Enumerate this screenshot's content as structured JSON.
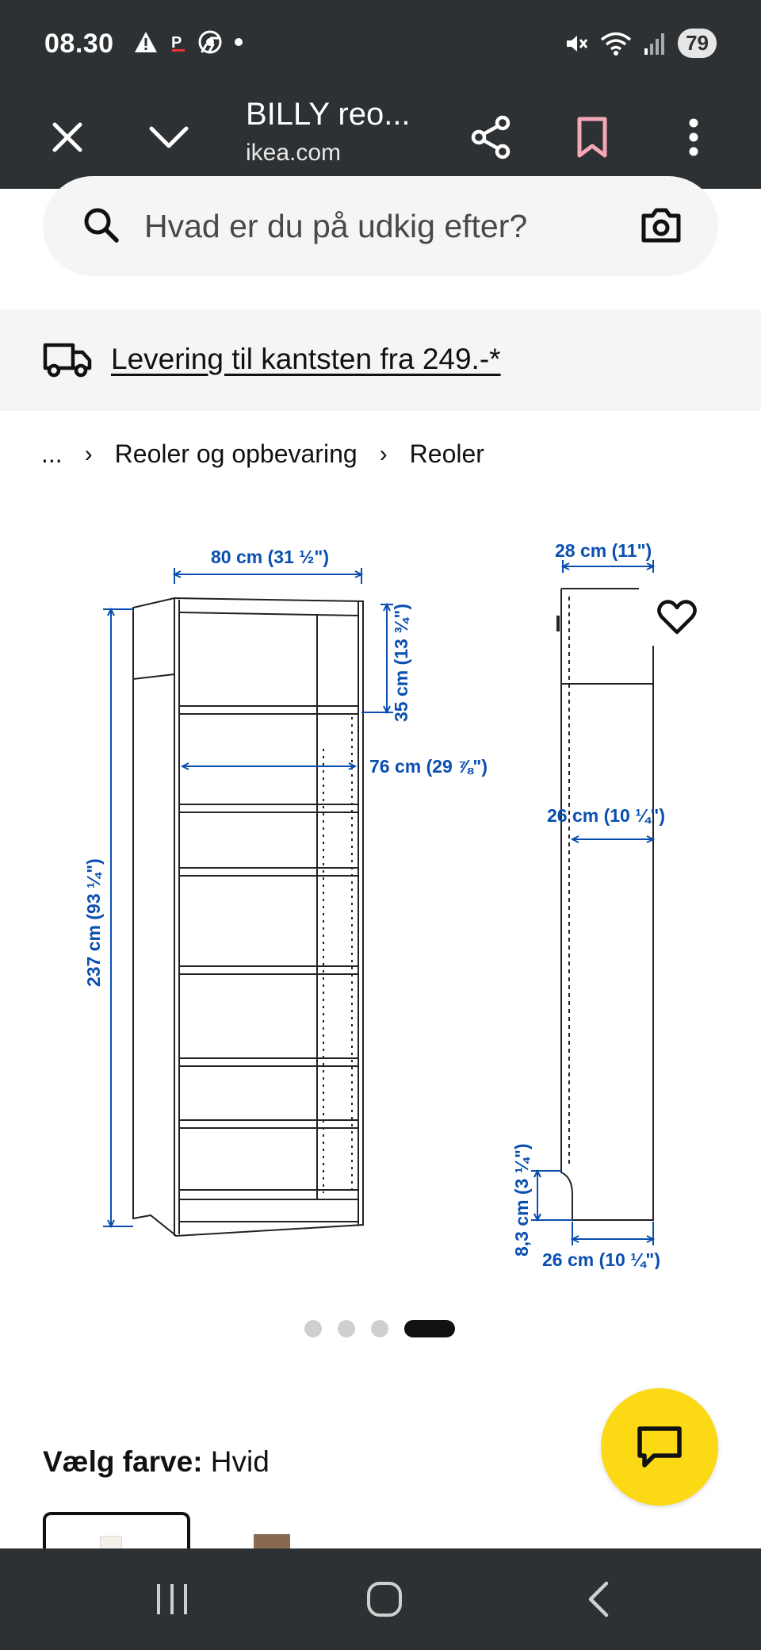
{
  "status_bar": {
    "time": "08.30",
    "battery": "79",
    "left_icons": [
      "warning-icon",
      "parking-icon",
      "chrome-icon",
      "dot-icon"
    ],
    "right_icons": [
      "mute-icon",
      "wifi-icon",
      "signal-icon"
    ]
  },
  "browser": {
    "title": "BILLY reo...",
    "url": "ikea.com",
    "bookmark_color": "#f4a8b4"
  },
  "search": {
    "placeholder": "Hvad er du på udkig efter?"
  },
  "delivery": {
    "text": "Levering til kantsten fra 249.-*"
  },
  "breadcrumb": {
    "ellipsis": "...",
    "items": [
      "Reoler og opbevaring",
      "Reoler"
    ]
  },
  "dimensions": {
    "color": "#0a4fb0",
    "width": "80 cm (31 ½\")",
    "shelf_height": "35 cm (13 ¾\")",
    "inner_width": "76 cm (29 ⅞\")",
    "height": "237 cm (93 ¼\")",
    "depth": "28 cm (11\")",
    "inner_depth": "26 cm (10 ¼\")",
    "plinth": "8,3 cm (3 ¼\")",
    "base_depth": "26 cm (10 ¼\")"
  },
  "carousel": {
    "count": 4,
    "active_index": 3
  },
  "color_choice": {
    "label": "Vælg farve:",
    "value": "Hvid"
  },
  "accent": {
    "chat_fab": "#fbd914"
  }
}
